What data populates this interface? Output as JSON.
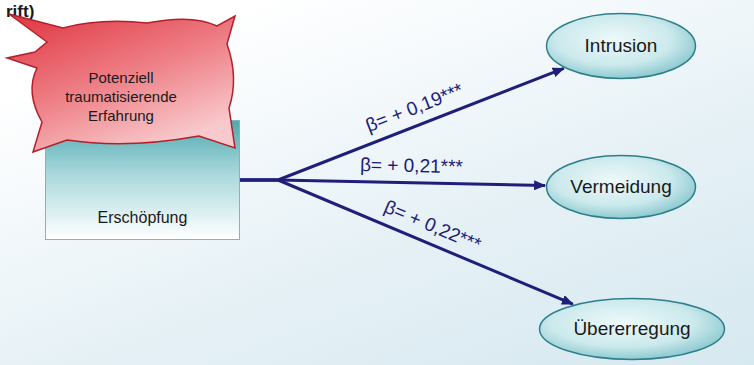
{
  "diagram": {
    "nodes": [
      {
        "text": [
          "Potenziell traumatisierende Erfahrung"
        ]
      },
      {
        "text": [
          "Erschöpfung"
        ]
      },
      {
        "text": [
          "Intrusion"
        ]
      },
      {
        "text": [
          "Vermeidung"
        ]
      },
      {
        "text": [
          "Übererregung"
        ]
      }
    ],
    "edges": [
      {
        "from": 1,
        "to": 2,
        "label": "β= + 0,19***",
        "arrow": "to"
      },
      {
        "from": 1,
        "to": 3,
        "label": "β= + 0,21***",
        "arrow": "to"
      },
      {
        "from": 1,
        "to": 4,
        "label": "β= + 0,22***",
        "arrow": "to"
      }
    ],
    "labels": [
      "rift)"
    ]
  }
}
